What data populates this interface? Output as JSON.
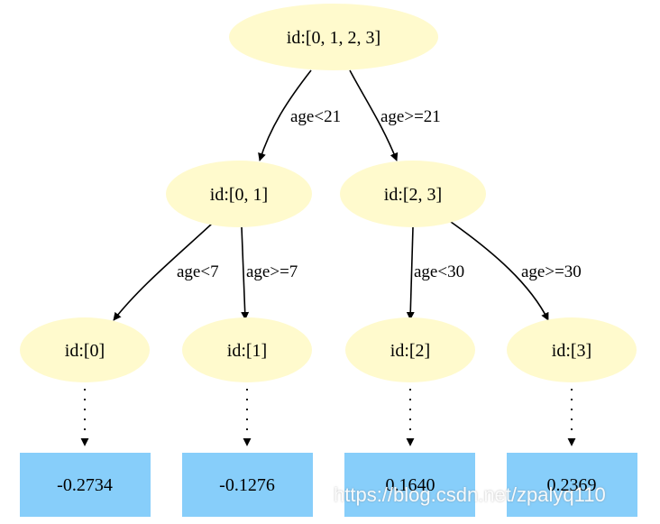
{
  "colors": {
    "node_fill": "#FFFACD",
    "leaf_fill": "#87CEFA",
    "edge": "#000000"
  },
  "nodes": {
    "root": "id:[0, 1, 2, 3]",
    "left": "id:[0, 1]",
    "right": "id:[2, 3]",
    "n0": "id:[0]",
    "n1": "id:[1]",
    "n2": "id:[2]",
    "n3": "id:[3]"
  },
  "edges": {
    "root_left": "age<21",
    "root_right": "age>=21",
    "left_n0": "age<7",
    "left_n1": "age>=7",
    "right_n2": "age<30",
    "right_n3": "age>=30"
  },
  "leaves": {
    "v0": "-0.2734",
    "v1": "-0.1276",
    "v2": "0.1640",
    "v3": "0.2369"
  },
  "watermark": "https://blog.csdn.net/zpalyq110"
}
